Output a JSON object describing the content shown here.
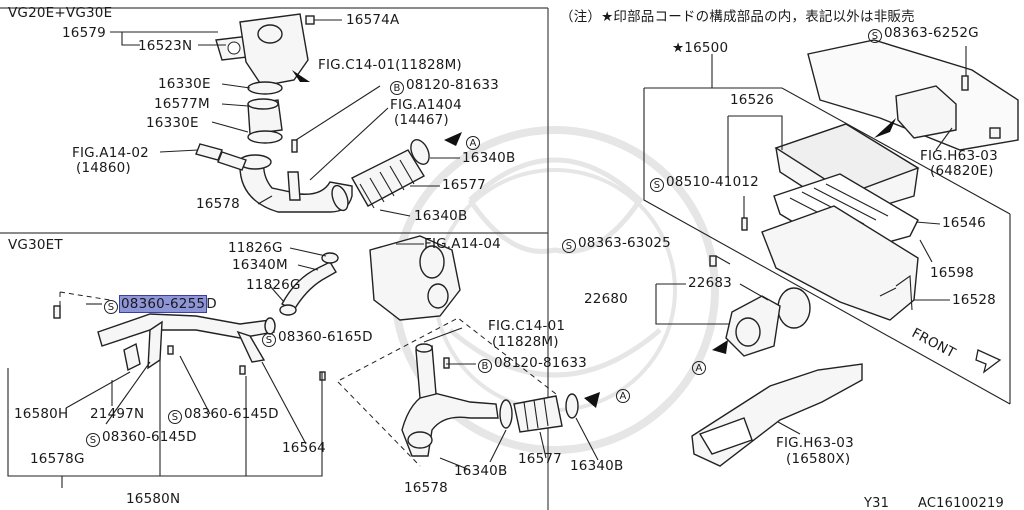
{
  "note": "（注）★印部品コードの構成部品の内，表記以外は非販売",
  "sections": {
    "top_left": "VG20E+VG30E",
    "bottom_left": "VG30ET"
  },
  "circle_letters": {
    "bolt": "S",
    "b": "B",
    "a": "A"
  },
  "labels": {
    "p16574a": "16574A",
    "p16579": "16579",
    "p16523n": "16523N",
    "figc1401_top": "FIG.C14-01(11828M)",
    "p16330e_1": "16330E",
    "b08120_top": "08120-81633",
    "p16577m": "16577M",
    "figa1404_top": "FIG.A1404",
    "figa1404_top_sub": "(14467)",
    "p16330e_2": "16330E",
    "figa1402": "FIG.A14-02",
    "figa1402_sub": "(14860)",
    "p16340b_top1": "16340B",
    "p16577_top": "16577",
    "p16578_top": "16578",
    "p16340b_top2": "16340B",
    "p11826g_a": "11826G",
    "p16340m": "16340M",
    "p11826g_b": "11826G",
    "figa1404_mid": "FIG.A14-04",
    "s08360_6255d_a": "08360-6255",
    "s08360_6255d_b": "D",
    "s08360_6165d": "08360-6165D",
    "figc1401_mid": "FIG.C14-01",
    "figc1401_mid_sub": "(11828M)",
    "b08120_mid": "08120-81633",
    "p16580h": "16580H",
    "p21497n": "21497N",
    "s08360_6145d_a": "08360-6145D",
    "s08360_6145d_b": "08360-6145D",
    "p16578g": "16578G",
    "p16564": "16564",
    "p16580n": "16580N",
    "p16578_bot": "16578",
    "p16340b_bot1": "16340B",
    "p16577_bot": "16577",
    "p16340b_bot2": "16340B",
    "p16500": "★16500",
    "s08363_6252g": "08363-6252G",
    "p16526": "16526",
    "s08510_41012": "08510-41012",
    "figh6303_top": "FIG.H63-03",
    "figh6303_top_sub": "(64820E)",
    "p16546": "16546",
    "s08363_63025": "08363-63025",
    "p16598": "16598",
    "p22683": "22683",
    "p22680": "22680",
    "p16528": "16528",
    "front": "FRONT",
    "figh6303_bot": "FIG.H63-03",
    "figh6303_bot_sub": "(16580X)",
    "footer_model": "Y31",
    "footer_code": "AC16100219"
  }
}
